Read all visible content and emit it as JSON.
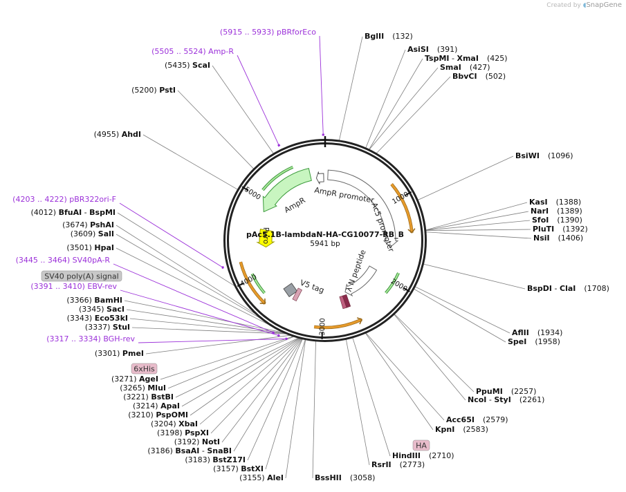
{
  "credit": {
    "prefix": "Created by",
    "brand": "SnapGene"
  },
  "plasmid": {
    "name": "pAc5.1B-lambdaN-HA-CG10077-RB_B",
    "length_label": "5941 bp",
    "length": 5941
  },
  "colors": {
    "enzyme_line": "#7d7d7d",
    "primer": "#9b30d9",
    "ampr_fill": "#c8f5c0",
    "ampr_stroke": "#3b9a3b",
    "puro_fill": "#ffff00",
    "orf_fill": "#e69a2b",
    "backbone": "#222222"
  },
  "ticks": [
    {
      "bp": 1000,
      "label": "1000"
    },
    {
      "bp": 2000,
      "label": "2000"
    },
    {
      "bp": 3000,
      "label": "3000"
    },
    {
      "bp": 4000,
      "label": "4000"
    },
    {
      "bp": 5000,
      "label": "5000"
    }
  ],
  "features": [
    {
      "id": "ampr",
      "label": "AmpR",
      "start": 4870,
      "end": 5730,
      "dir": -1,
      "kind": "cds"
    },
    {
      "id": "ampr_promoter",
      "label": "AmpR promoter",
      "start": 5845,
      "end": 5941,
      "dir": -1,
      "kind": "promoter"
    },
    {
      "id": "ac5_promoter",
      "label": "Ac5 promoter",
      "start": 0,
      "end": 2560,
      "dir": 1,
      "kind": "promoter_outline"
    },
    {
      "id": "lambda_n",
      "label": "λ N peptide",
      "start": 1980,
      "end": 2680,
      "dir": 1,
      "kind": "promoter_outline"
    },
    {
      "id": "puro",
      "label": "Puro",
      "start": 4350,
      "end": 4620,
      "dir": -1,
      "kind": "yellow"
    },
    {
      "id": "v5_tag",
      "label": "V5 tag",
      "start": 3490,
      "end": 3530,
      "dir": 1,
      "kind": "tag"
    },
    {
      "id": "orf1",
      "label": "",
      "start": 820,
      "end": 1400,
      "dir": 1,
      "kind": "orf"
    },
    {
      "id": "orf2",
      "label": "",
      "start": 2560,
      "end": 3090,
      "dir": -1,
      "kind": "orf"
    },
    {
      "id": "orf3",
      "label": "",
      "start": 3690,
      "end": 4220,
      "dir": -1,
      "kind": "orf"
    }
  ],
  "labels": {
    "ampr": "AmpR",
    "ampr_promoter": "AmpR promoter",
    "ac5_promoter": "Ac5 promoter",
    "lambda_n": "λ N peptide",
    "puro": "Puro",
    "v5_tag": "V5 tag"
  },
  "sites": [
    {
      "name": "BglII",
      "num": "(132)",
      "bp": 132
    },
    {
      "name": "AsiSI",
      "num": "(391)",
      "bp": 391
    },
    {
      "name": "TspMI",
      "alt": "XmaI",
      "num": "(425)",
      "bp": 425
    },
    {
      "name": "SmaI",
      "num": "(427)",
      "bp": 427
    },
    {
      "name": "BbvCI",
      "num": "(502)",
      "bp": 502
    },
    {
      "name": "BsiWI",
      "num": "(1096)",
      "bp": 1096
    },
    {
      "name": "KasI",
      "num": "(1388)",
      "bp": 1388
    },
    {
      "name": "NarI",
      "num": "(1389)",
      "bp": 1389
    },
    {
      "name": "SfoI",
      "num": "(1390)",
      "bp": 1390
    },
    {
      "name": "PluTI",
      "num": "(1392)",
      "bp": 1392
    },
    {
      "name": "NsiI",
      "num": "(1406)",
      "bp": 1406
    },
    {
      "name": "BspDI",
      "alt": "ClaI",
      "num": "(1708)",
      "bp": 1708
    },
    {
      "name": "AflII",
      "num": "(1934)",
      "bp": 1934
    },
    {
      "name": "SpeI",
      "num": "(1958)",
      "bp": 1958
    },
    {
      "name": "PpuMI",
      "num": "(2257)",
      "bp": 2257
    },
    {
      "name": "NcoI",
      "alt": "StyI",
      "num": "(2261)",
      "bp": 2261
    },
    {
      "name": "Acc65I",
      "num": "(2579)",
      "bp": 2579
    },
    {
      "name": "KpnI",
      "num": "(2583)",
      "bp": 2583
    },
    {
      "name": "HindIII",
      "num": "(2710)",
      "bp": 2710
    },
    {
      "name": "RsrII",
      "num": "(2773)",
      "bp": 2773
    },
    {
      "name": "BssHII",
      "num": "(3058)",
      "bp": 3058
    },
    {
      "name": "AleI",
      "num": "(3155)",
      "bp": 3155
    },
    {
      "name": "BstXI",
      "num": "(3157)",
      "bp": 3157
    },
    {
      "name": "BstZ17I",
      "num": "(3183)",
      "bp": 3183
    },
    {
      "name": "BsaAI",
      "alt": "SnaBI",
      "num": "(3186)",
      "bp": 3186
    },
    {
      "name": "NotI",
      "num": "(3192)",
      "bp": 3192
    },
    {
      "name": "PspXI",
      "num": "(3198)",
      "bp": 3198
    },
    {
      "name": "XbaI",
      "num": "(3204)",
      "bp": 3204
    },
    {
      "name": "PspOMI",
      "num": "(3210)",
      "bp": 3210
    },
    {
      "name": "ApaI",
      "num": "(3214)",
      "bp": 3214
    },
    {
      "name": "BstBI",
      "num": "(3221)",
      "bp": 3221
    },
    {
      "name": "MluI",
      "num": "(3265)",
      "bp": 3265
    },
    {
      "name": "AgeI",
      "num": "(3271)",
      "bp": 3271
    },
    {
      "name": "PmeI",
      "num": "(3301)",
      "bp": 3301
    },
    {
      "name": "StuI",
      "num": "(3337)",
      "bp": 3337
    },
    {
      "name": "Eco53kI",
      "num": "(3343)",
      "bp": 3343
    },
    {
      "name": "SacI",
      "num": "(3345)",
      "bp": 3345
    },
    {
      "name": "BamHI",
      "num": "(3366)",
      "bp": 3366
    },
    {
      "name": "HpaI",
      "num": "(3501)",
      "bp": 3501
    },
    {
      "name": "SalI",
      "num": "(3609)",
      "bp": 3609
    },
    {
      "name": "PshAI",
      "num": "(3674)",
      "bp": 3674
    },
    {
      "name": "BfuAI",
      "alt": "BspMI",
      "num": "(4012)",
      "bp": 4012
    },
    {
      "name": "AhdI",
      "num": "(4955)",
      "bp": 4955
    },
    {
      "name": "PstI",
      "num": "(5200)",
      "bp": 5200
    },
    {
      "name": "ScaI",
      "num": "(5435)",
      "bp": 5435
    }
  ],
  "primers": [
    {
      "text": "(5915 .. 5933)  pBRforEco",
      "bp": 5924
    },
    {
      "text": "(5505 .. 5524)  Amp-R",
      "bp": 5514
    },
    {
      "text": "(4203 .. 4222)  pBR322ori-F",
      "bp": 4212
    },
    {
      "text": "(3445 .. 3464)  SV40pA-R",
      "bp": 3454
    },
    {
      "text": "(3391 .. 3410)  EBV-rev",
      "bp": 3400
    },
    {
      "text": "(3317 .. 3334)  BGH-rev",
      "bp": 3325
    }
  ],
  "badges": [
    {
      "text": "SV40 poly(A) signal",
      "kind": "gray",
      "bp": 3470
    },
    {
      "text": "6xHis",
      "kind": "pink",
      "bp": 3290
    },
    {
      "text": "HA",
      "kind": "pink",
      "bp": 2640
    }
  ]
}
